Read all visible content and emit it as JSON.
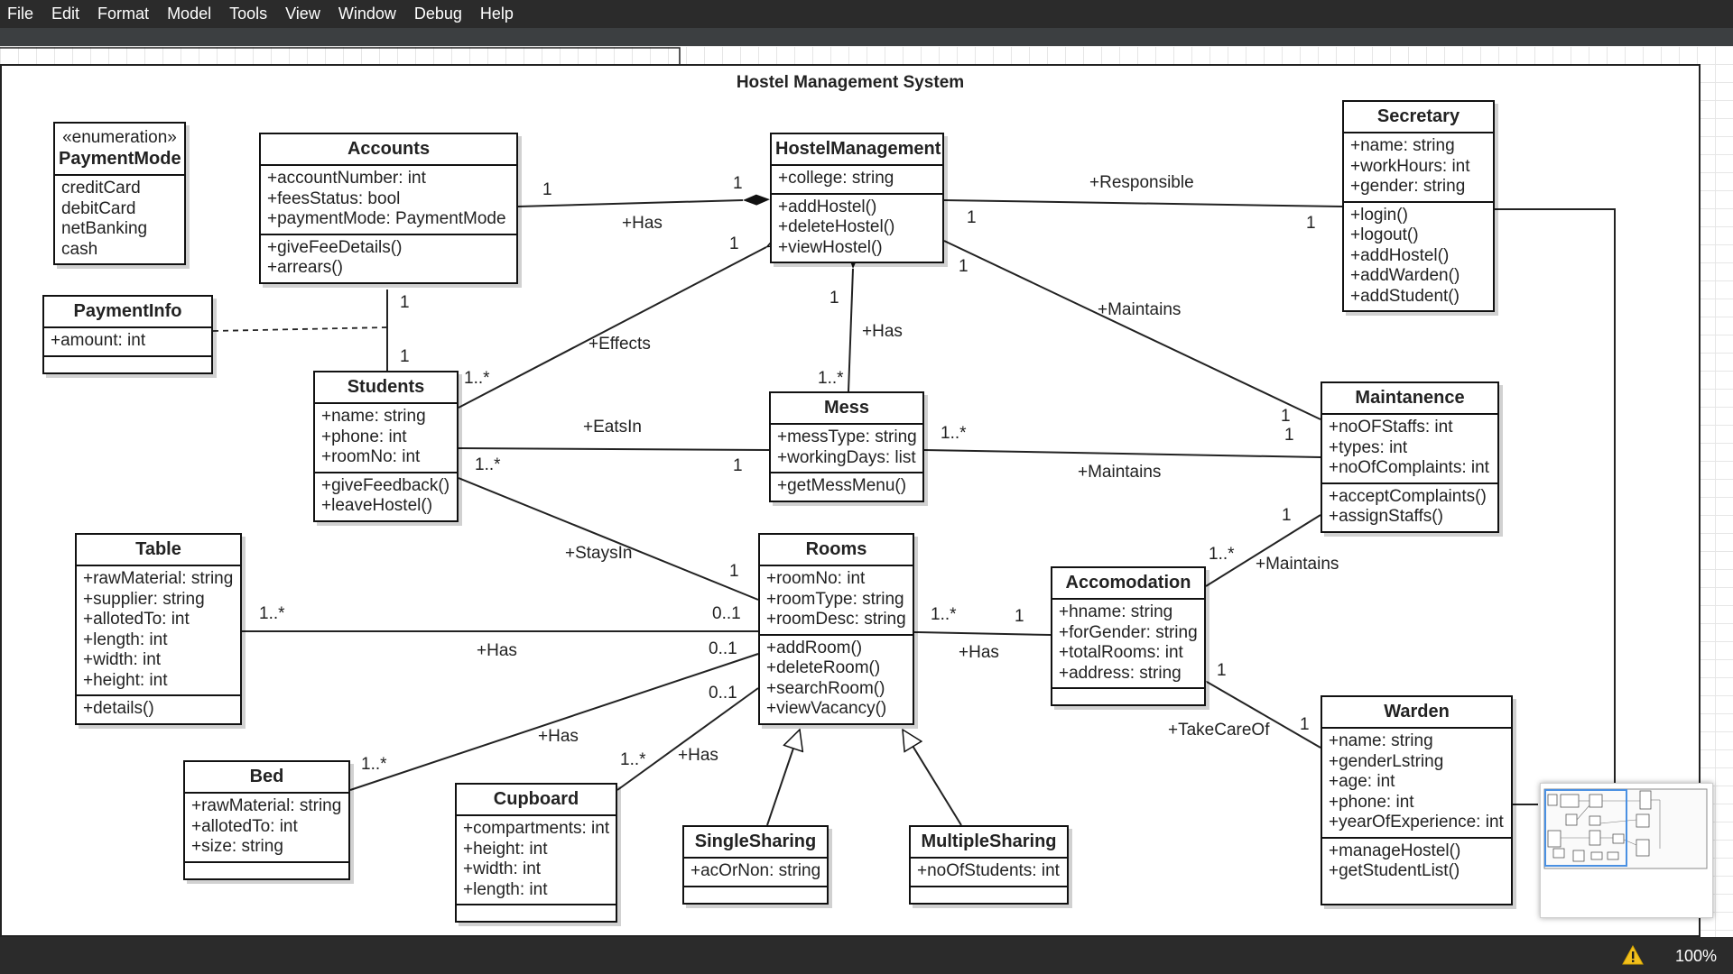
{
  "menu": [
    "File",
    "Edit",
    "Format",
    "Model",
    "Tools",
    "View",
    "Window",
    "Debug",
    "Help"
  ],
  "diagram": {
    "title": "Hostel Management System"
  },
  "classes": {
    "payment_mode": {
      "stereotype": "«enumeration»",
      "name": "PaymentMode",
      "literals": [
        "creditCard",
        "debitCard",
        "netBanking",
        "cash"
      ]
    },
    "accounts": {
      "name": "Accounts",
      "attributes": [
        "+accountNumber: int",
        "+feesStatus: bool",
        "+paymentMode: PaymentMode"
      ],
      "operations": [
        "+giveFeeDetails()",
        "+arrears()"
      ]
    },
    "payment_info": {
      "name": "PaymentInfo",
      "attributes": [
        "+amount: int"
      ],
      "operations": []
    },
    "hostel_management": {
      "name": "HostelManagement",
      "attributes": [
        "+college: string"
      ],
      "operations": [
        "+addHostel()",
        "+deleteHostel()",
        "+viewHostel()"
      ]
    },
    "secretary": {
      "name": "Secretary",
      "attributes": [
        "+name: string",
        "+workHours: int",
        "+gender: string"
      ],
      "operations": [
        "+login()",
        "+logout()",
        "+addHostel()",
        "+addWarden()",
        "+addStudent()"
      ]
    },
    "students": {
      "name": "Students",
      "attributes": [
        "+name: string",
        "+phone: int",
        "+roomNo: int"
      ],
      "operations": [
        "+giveFeedback()",
        "+leaveHostel()"
      ]
    },
    "mess": {
      "name": "Mess",
      "attributes": [
        "+messType: string",
        "+workingDays: list"
      ],
      "operations": [
        "+getMessMenu()"
      ]
    },
    "maintanence": {
      "name": "Maintanence",
      "attributes": [
        "+noOFStaffs: int",
        "+types: int",
        "+noOfComplaints: int"
      ],
      "operations": [
        "+acceptComplaints()",
        "+assignStaffs()"
      ]
    },
    "table": {
      "name": "Table",
      "attributes": [
        "+rawMaterial: string",
        "+supplier: string",
        "+allotedTo: int",
        "+length: int",
        "+width: int",
        "+height: int"
      ],
      "operations": [
        "+details()"
      ]
    },
    "rooms": {
      "name": "Rooms",
      "attributes": [
        "+roomNo: int",
        "+roomType: string",
        "+roomDesc: string"
      ],
      "operations": [
        "+addRoom()",
        "+deleteRoom()",
        "+searchRoom()",
        "+viewVacancy()"
      ]
    },
    "accomodation": {
      "name": "Accomodation",
      "attributes": [
        "+hname: string",
        "+forGender: string",
        "+totalRooms: int",
        "+address: string"
      ],
      "operations": []
    },
    "warden": {
      "name": "Warden",
      "attributes": [
        "+name: string",
        "+genderLstring",
        "+age: int",
        "+phone: int",
        "+yearOfExperience: int"
      ],
      "operations": [
        "+manageHostel()",
        "+getStudentList()"
      ]
    },
    "bed": {
      "name": "Bed",
      "attributes": [
        "+rawMaterial: string",
        "+allotedTo: int",
        "+size: string"
      ],
      "operations": []
    },
    "cupboard": {
      "name": "Cupboard",
      "attributes": [
        "+compartments: int",
        "+height: int",
        "+width: int",
        "+length: int"
      ],
      "operations": []
    },
    "single_sharing": {
      "name": "SingleSharing",
      "attributes": [
        "+acOrNon: string"
      ],
      "operations": []
    },
    "multiple_sharing": {
      "name": "MultipleSharing",
      "attributes": [
        "+noOfStudents: int"
      ],
      "operations": []
    }
  },
  "edge_labels": {
    "accounts_hm_label": "+Has",
    "accounts_hm_m1": "1",
    "accounts_hm_m2": "1",
    "secretary_label": "+Responsible",
    "secretary_m1": "1",
    "secretary_m2": "1",
    "acc_stu_m1": "1",
    "acc_stu_m2": "1",
    "effects_label": "+Effects",
    "effects_m1": "1",
    "effects_m2": "1..*",
    "mess_has_label": "+Has",
    "mess_has_m1": "1",
    "mess_has_m2": "1..*",
    "hm_maint_label": "+Maintains",
    "hm_maint_m1": "1",
    "hm_maint_m2": "1",
    "eatsin_label": "+EatsIn",
    "eatsin_m1": "1",
    "mess_maint_label": "+Maintains",
    "mess_maint_m1": "1..*",
    "mess_maint_m2": "1",
    "staysin_label": "+StaysIn",
    "staysin_m1": "1..*",
    "staysin_m2": "1",
    "table_label": "+Has",
    "table_m1": "1..*",
    "table_m2": "0..1",
    "bed_label": "+Has",
    "bed_m1": "1..*",
    "bed_m2": "0..1",
    "cupboard_label": "+Has",
    "cupboard_m1": "1..*",
    "cupboard_m2": "0..1",
    "rooms_acc_label": "+Has",
    "rooms_acc_m1": "1..*",
    "rooms_acc_m2": "1",
    "acc_maint_label": "+Maintains",
    "acc_maint_m1": "1..*",
    "acc_maint_m2": "1",
    "takecare_label": "+TakeCareOf",
    "takecare_m1": "1",
    "takecare_m2": "1"
  },
  "status": {
    "zoom": "100%",
    "warning_icon": "warning-triangle-icon"
  }
}
